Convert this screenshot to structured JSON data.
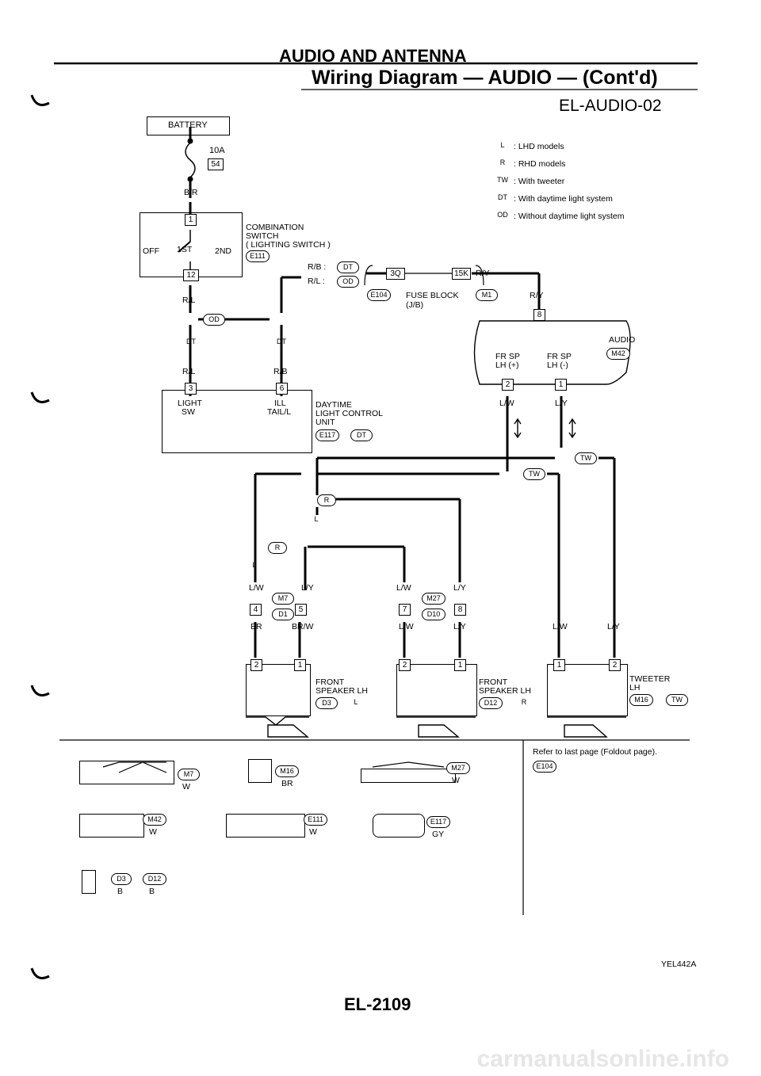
{
  "header": {
    "section": "AUDIO AND ANTENNA",
    "title": "Wiring Diagram — AUDIO — (Cont'd)",
    "code": "EL-AUDIO-02"
  },
  "legend": [
    {
      "tag": "L",
      "text": ": LHD models"
    },
    {
      "tag": "R",
      "text": ": RHD models"
    },
    {
      "tag": "TW",
      "text": ": With tweeter"
    },
    {
      "tag": "DT",
      "text": ": With daytime light system"
    },
    {
      "tag": "OD",
      "text": ": Without daytime light system"
    }
  ],
  "battery": {
    "label": "BATTERY",
    "fuse_amp": "10A",
    "fuse_no": "54",
    "wire": "B/R"
  },
  "combo_switch": {
    "name": "COMBINATION",
    "name2": "SWITCH",
    "name3": "( LIGHTING SWITCH )",
    "conn": "E111",
    "pin_in": "1",
    "pin_out": "12",
    "off": "OFF",
    "pos1": "1ST",
    "pos2": "2ND",
    "wire_out": "R/L"
  },
  "fuse_block": {
    "name": "FUSE BLOCK",
    "sub": "(J/B)",
    "conn_e": "E104",
    "conn_m": "M1",
    "pin_l": "3Q",
    "pin_r": "15K",
    "wire_rb": "R/B :",
    "wire_rl": "R/L :",
    "tag_dt": "DT",
    "tag_od": "OD",
    "wire_ry": "R/Y",
    "wire_ry2": "R/Y"
  },
  "dlcu": {
    "name": "DAYTIME",
    "name2": "LIGHT CONTROL",
    "name3": "UNIT",
    "conn": "E117",
    "tag": "DT",
    "pin3": "3",
    "pin6": "6",
    "light": "LIGHT",
    "sw": "SW",
    "ill": "ILL",
    "tail": "TAIL/L",
    "wire_rl": "R/L",
    "wire_rb": "R/B"
  },
  "audio": {
    "name": "AUDIO",
    "conn": "M42",
    "pin8": "8",
    "frsp_p": "FR SP",
    "frsp_p2": "LH (+)",
    "frsp_m": "FR SP",
    "frsp_m2": "LH (-)",
    "pin2": "2",
    "pin1": "1",
    "wire_lw": "L/W",
    "wire_ly": "L/Y"
  },
  "junctions": {
    "m7": "M7",
    "d1": "D1",
    "m27": "M27",
    "d10": "D10",
    "p4": "4",
    "p5": "5",
    "p7": "7",
    "p8": "8",
    "lw": "L/W",
    "ly": "L/Y",
    "br": "BR",
    "brw": "BR/W",
    "lw2": "L/W",
    "ly2": "L/Y",
    "lw3": "L/W",
    "ly3": "L/Y",
    "lw4": "L/W",
    "ly4": "L/Y"
  },
  "speakers": [
    {
      "name": "FRONT",
      "name2": "SPEAKER LH",
      "conn": "D3",
      "tag": "L",
      "p1": "2",
      "p2": "1"
    },
    {
      "name": "FRONT",
      "name2": "SPEAKER LH",
      "conn": "D12",
      "tag": "R",
      "p1": "2",
      "p2": "1"
    },
    {
      "name": "TWEETER",
      "name2": "LH",
      "conn": "M16",
      "tag": "TW",
      "p1": "1",
      "p2": "2"
    }
  ],
  "connectors": [
    {
      "id": "M7",
      "color": "W"
    },
    {
      "id": "M16",
      "color": "BR"
    },
    {
      "id": "M27",
      "color": "W"
    },
    {
      "id": "M42",
      "color": "W"
    },
    {
      "id": "E111",
      "color": "W"
    },
    {
      "id": "E117",
      "color": "GY"
    },
    {
      "id": "D3",
      "color": "B"
    },
    {
      "id": "D12",
      "color": "B"
    }
  ],
  "refer": {
    "text": "Refer to last page (Foldout page).",
    "conn": "E104"
  },
  "fig": "YEL442A",
  "page": "EL-2109",
  "watermark": "carmanualsonline.info"
}
